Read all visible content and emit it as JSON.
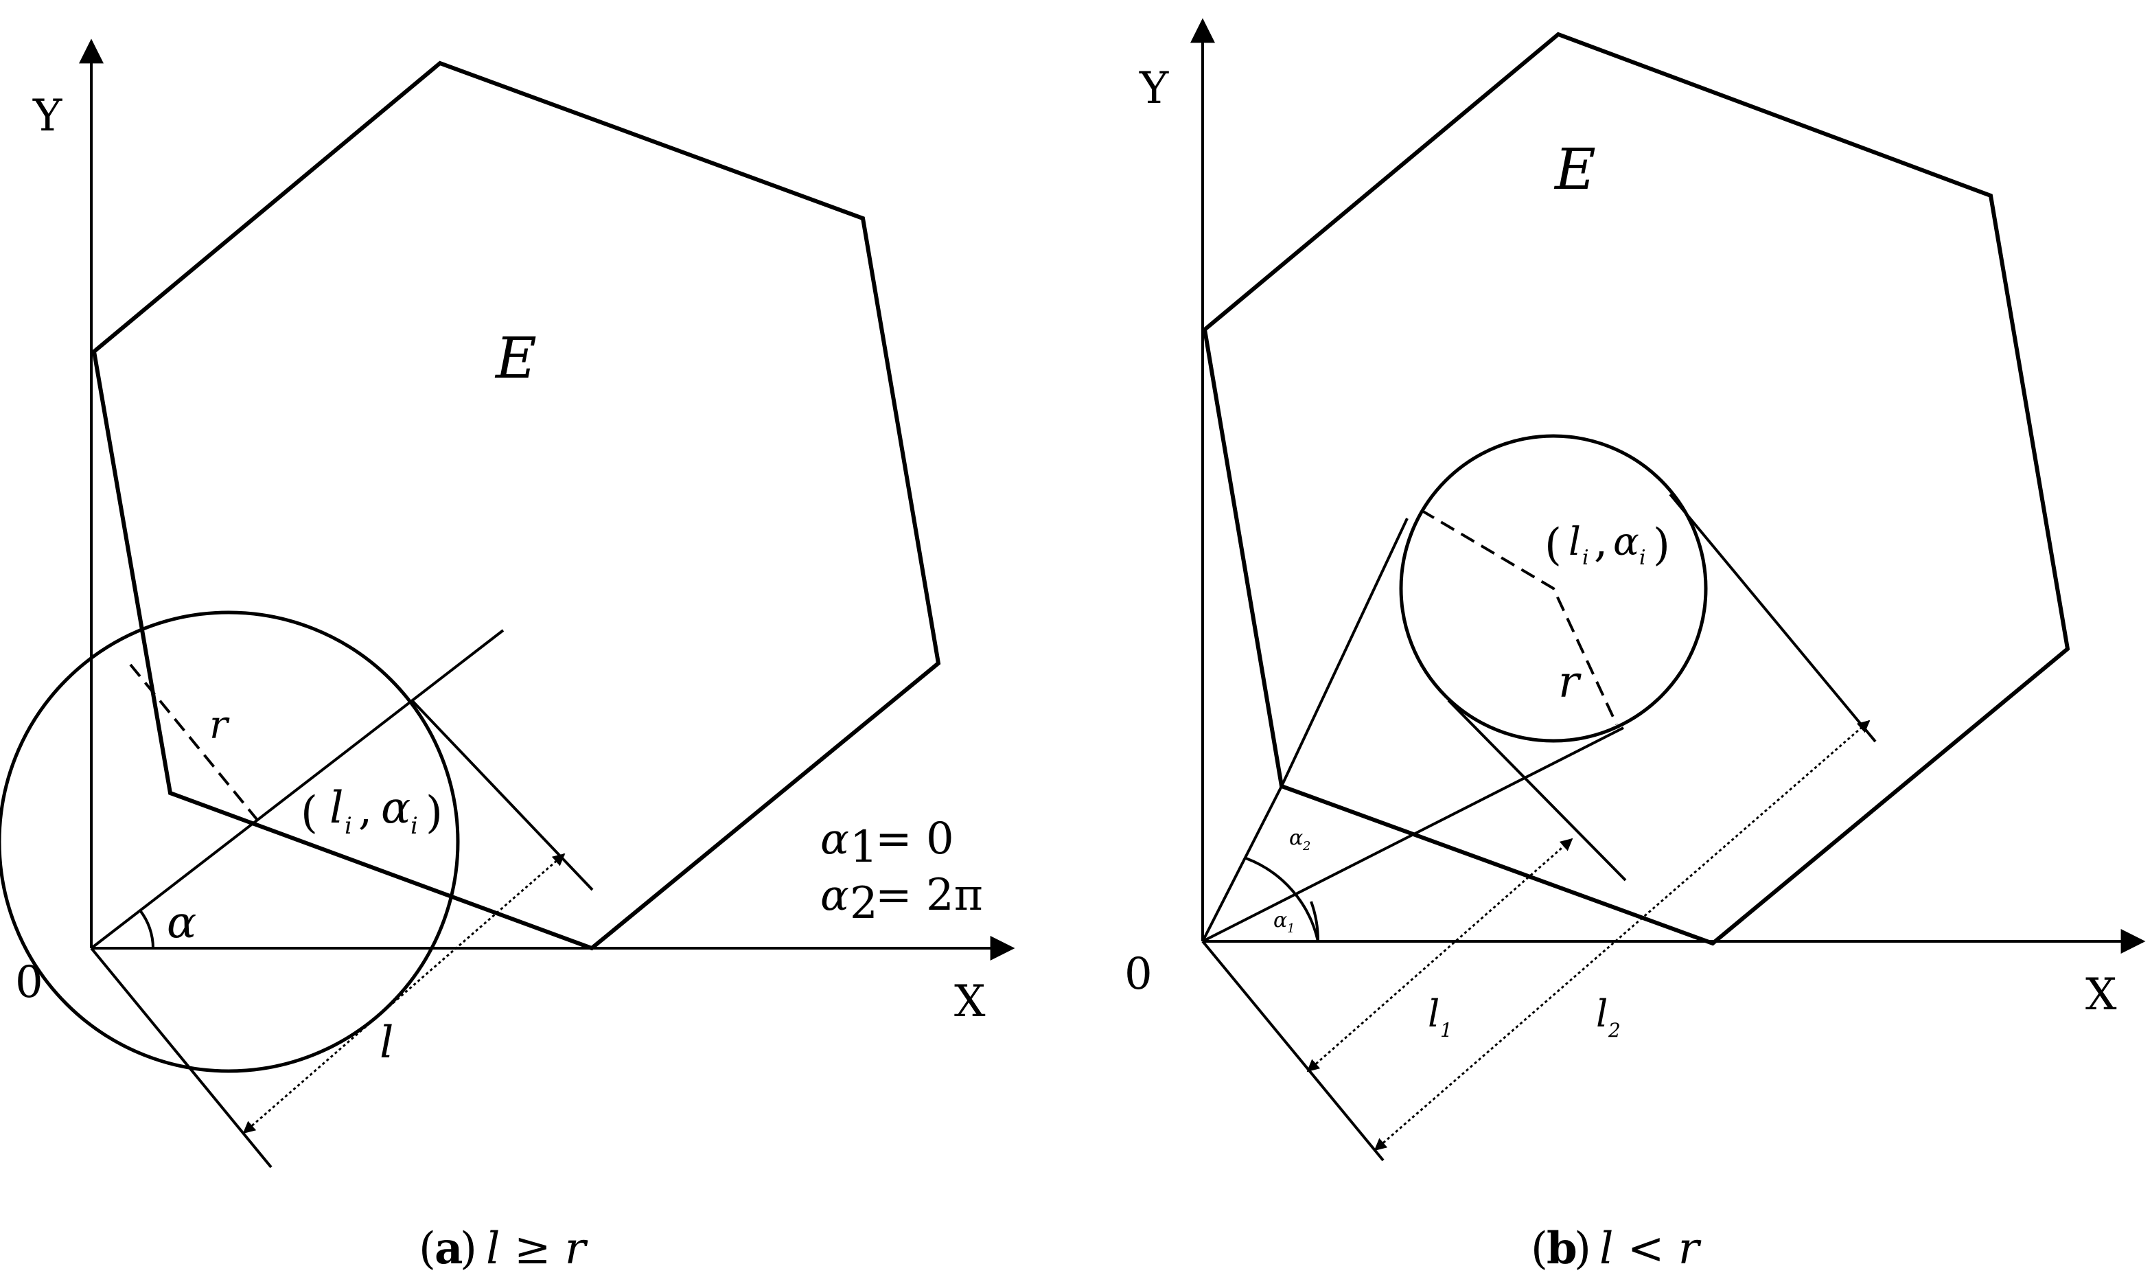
{
  "panel_a": {
    "axis_y": "Y",
    "axis_x": "X",
    "origin": "0",
    "region": "E",
    "radius": "r",
    "point_l": "l",
    "point_sub": "i",
    "point_alpha": "α",
    "angle": "α",
    "distance": "l",
    "eq1_lhs": "α",
    "eq1_sub": "1",
    "eq1_rhs": "= 0",
    "eq2_lhs": "α",
    "eq2_sub": "2",
    "eq2_rhs": "= 2π",
    "caption_open": "(",
    "caption_letter": "a",
    "caption_close": ")",
    "caption_expr": "l ≥ r"
  },
  "panel_b": {
    "axis_y": "Y",
    "axis_x": "X",
    "origin": "0",
    "region": "E",
    "radius": "r",
    "point_l": "l",
    "point_sub": "i",
    "point_alpha": "α",
    "angle1": "α",
    "angle1_sub": "1",
    "angle2": "α",
    "angle2_sub": "2",
    "dist1": "l",
    "dist1_sub": "1",
    "dist2": "l",
    "dist2_sub": "2",
    "caption_open": "(",
    "caption_letter": "b",
    "caption_close": ")",
    "caption_expr": "l < r"
  }
}
